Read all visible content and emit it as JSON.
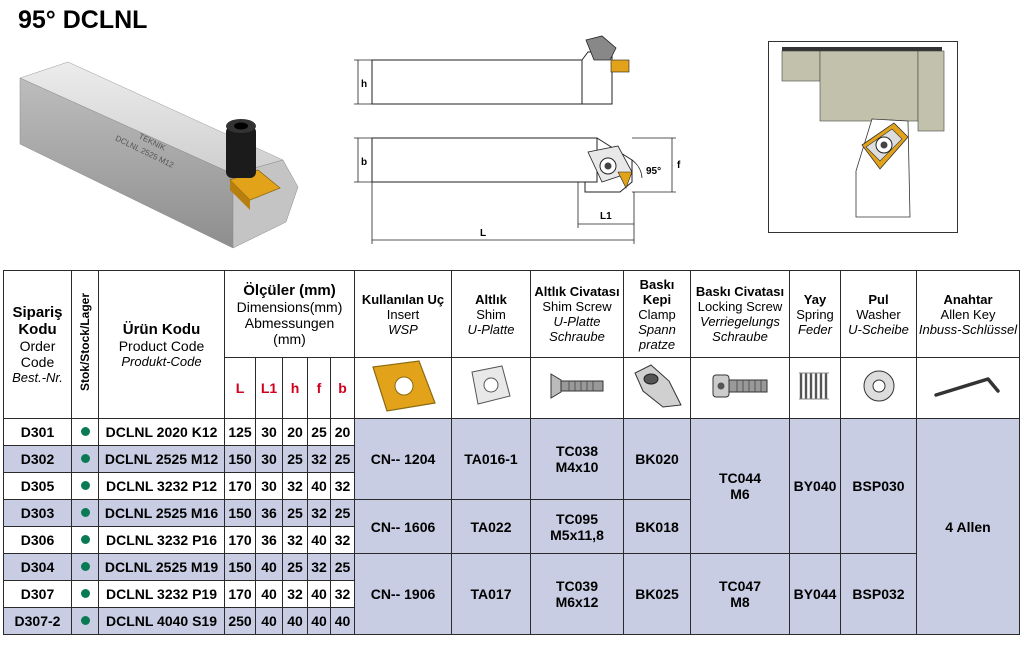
{
  "title": "95° DCLNL",
  "drawing": {
    "holder_engraving": [
      "DCLNL 2525 M12",
      "TEKNIK"
    ],
    "labels": {
      "h": "h",
      "b": "b",
      "f": "f",
      "L1": "L1",
      "L": "L",
      "angle": "95°"
    }
  },
  "headers": {
    "order": [
      "Sipariş",
      "Kodu",
      "Order",
      "Code",
      "Best.-Nr."
    ],
    "stock": "Stok/Stock/Lager",
    "product": [
      "Ürün Kodu",
      "Product Code",
      "Produkt-Code"
    ],
    "dims": [
      "Ölçüler (mm)",
      "Dimensions(mm)",
      "Abmessungen",
      "(mm)"
    ],
    "insert": [
      "Kullanılan Uç",
      "Insert",
      "WSP"
    ],
    "shim": [
      "Altlık",
      "Shim",
      "U-Platte"
    ],
    "shim_screw": [
      "Altlık Civatası",
      "Shim Screw",
      "U-Platte",
      "Schraube"
    ],
    "clamp": [
      "Baskı Kepi",
      "Clamp",
      "Spann",
      "pratze"
    ],
    "lock_screw": [
      "Baskı Civatası",
      "Locking Screw",
      "Verriegelungs",
      "Schraube"
    ],
    "spring": [
      "Yay",
      "Spring",
      "Feder"
    ],
    "washer": [
      "Pul",
      "Washer",
      "U-Scheibe"
    ],
    "key": [
      "Anahtar",
      "Allen Key",
      "Inbuss-Schlüssel"
    ],
    "dim_cols": [
      "L",
      "L1",
      "h",
      "f",
      "b"
    ]
  },
  "rows": [
    {
      "code": "D301",
      "product": "DCLNL 2020 K12",
      "dims": [
        "125",
        "30",
        "20",
        "25",
        "20"
      ]
    },
    {
      "code": "D302",
      "product": "DCLNL 2525 M12",
      "dims": [
        "150",
        "30",
        "25",
        "32",
        "25"
      ]
    },
    {
      "code": "D305",
      "product": "DCLNL 3232 P12",
      "dims": [
        "170",
        "30",
        "32",
        "40",
        "32"
      ]
    },
    {
      "code": "D303",
      "product": "DCLNL 2525 M16",
      "dims": [
        "150",
        "36",
        "25",
        "32",
        "25"
      ]
    },
    {
      "code": "D306",
      "product": "DCLNL 3232 P16",
      "dims": [
        "170",
        "36",
        "32",
        "40",
        "32"
      ]
    },
    {
      "code": "D304",
      "product": "DCLNL 2525 M19",
      "dims": [
        "150",
        "40",
        "25",
        "32",
        "25"
      ]
    },
    {
      "code": "D307",
      "product": "DCLNL 3232 P19",
      "dims": [
        "170",
        "40",
        "32",
        "40",
        "32"
      ]
    },
    {
      "code": "D307-2",
      "product": "DCLNL 4040 S19",
      "dims": [
        "250",
        "40",
        "40",
        "40",
        "40"
      ]
    }
  ],
  "groups": {
    "insert": [
      "CN-- 1204",
      "CN-- 1606",
      "CN-- 1906"
    ],
    "shim": [
      "TA016-1",
      "TA022",
      "TA017"
    ],
    "shim_screw": [
      [
        "TC038",
        "M4x10"
      ],
      [
        "TC095",
        "M5x11,8"
      ],
      [
        "TC039",
        "M6x12"
      ]
    ],
    "clamp": [
      "BK020",
      "BK018",
      "BK025"
    ],
    "lock_screw": [
      [
        "TC044",
        "M6"
      ],
      [
        "TC047",
        "M8"
      ]
    ],
    "spring": [
      "BY040",
      "BY044"
    ],
    "washer": [
      "BSP030",
      "BSP032"
    ],
    "key": "4 Allen"
  },
  "colors": {
    "dim_red": "#d1001c",
    "stripe": "#c9cde3",
    "stock_dot": "#0a7a55",
    "insert_gold": "#e2a21a"
  }
}
